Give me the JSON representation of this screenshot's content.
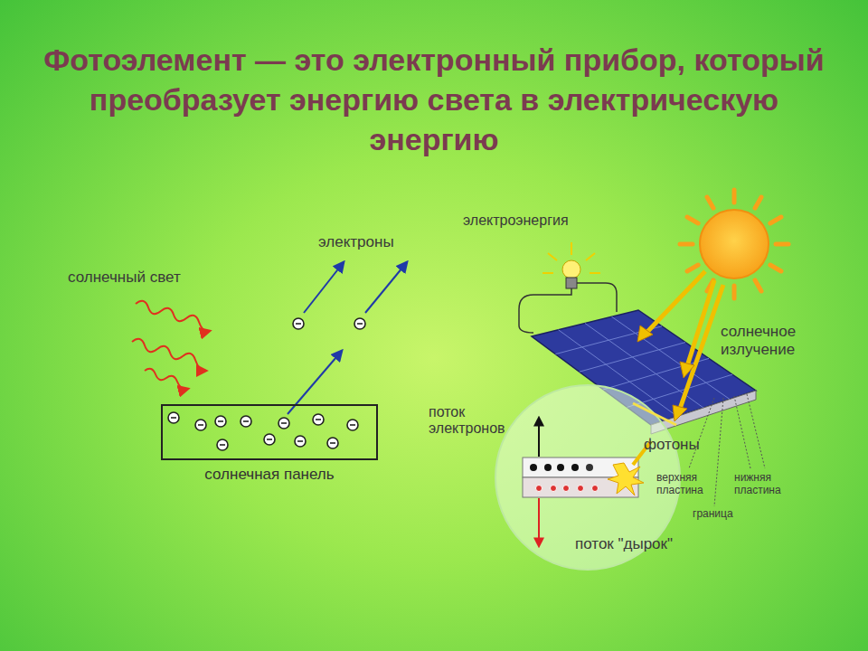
{
  "diagram": {
    "title": "Фотоэлемент — это электронный прибор, который преобразует энергию света в электрическую энергию",
    "nodes": [
      {
        "text": [
          "солнечная панель"
        ]
      }
    ],
    "labels": [
      "солнечный свет",
      "электроны",
      "электроэнергия",
      "солнечное излучение",
      "поток электронов",
      "фотоны",
      "верхняя пластина",
      "граница",
      "нижняя пластина",
      "поток \"дырок\""
    ]
  }
}
